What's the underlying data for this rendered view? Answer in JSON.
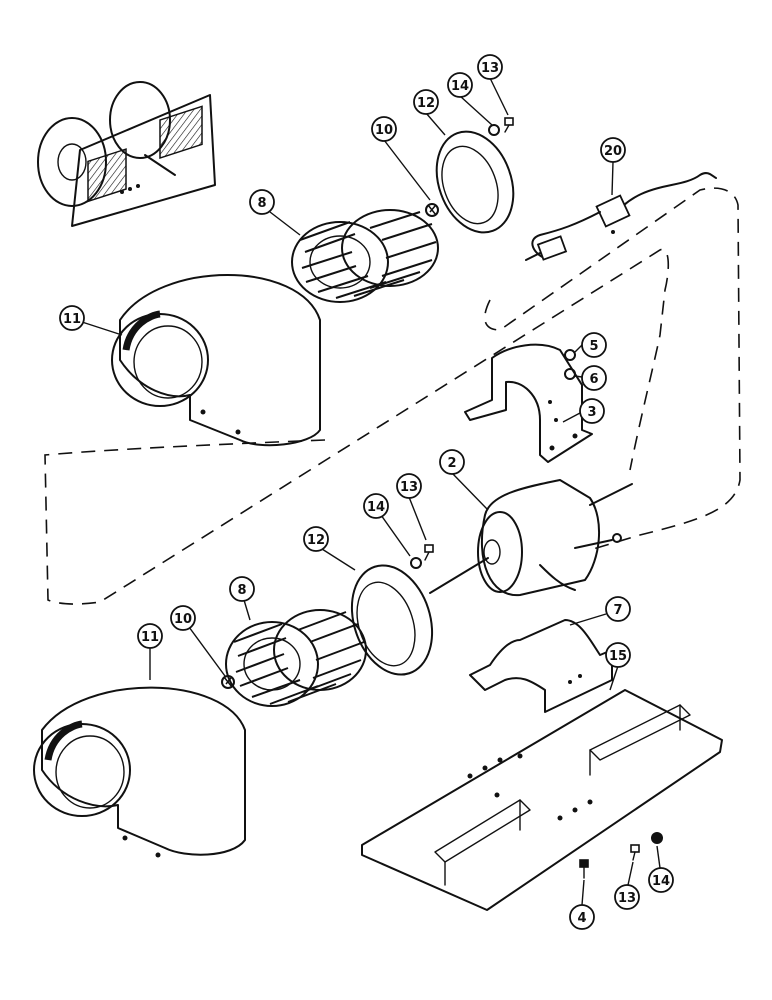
{
  "callouts": {
    "c20": "20",
    "c14a": "14",
    "c13a": "13",
    "c12a": "12",
    "c10a": "10",
    "c8a": "8",
    "c11a": "11",
    "c5": "5",
    "c6": "6",
    "c3": "3",
    "c2": "2",
    "c13b": "13",
    "c14b": "14",
    "c12b": "12",
    "c8b": "8",
    "c10b": "10",
    "c11b": "11",
    "c7": "7",
    "c15": "15",
    "c4": "4",
    "c13c": "13",
    "c14c": "14"
  }
}
